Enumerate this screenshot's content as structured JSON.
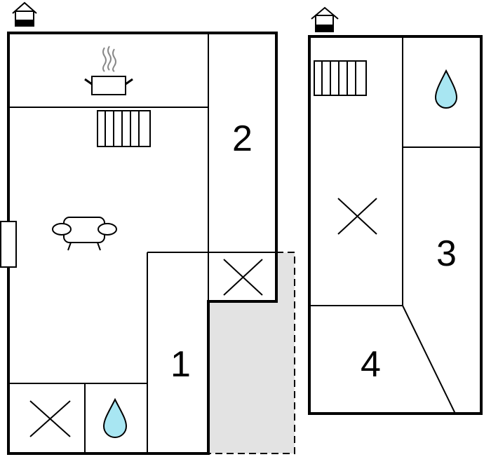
{
  "floors": [
    {
      "name": "ground-floor",
      "rooms": [
        {
          "id": "room-1",
          "label": "1"
        },
        {
          "id": "room-2",
          "label": "2"
        }
      ],
      "icons": [
        "house-entrance-icon",
        "kitchen-pot-icon",
        "radiator-icon",
        "sofa-icon",
        "bed-x-icon",
        "water-drop-icon",
        "window-icon"
      ],
      "terrace": "shaded-outdoor-area"
    },
    {
      "name": "upper-floor",
      "rooms": [
        {
          "id": "room-3",
          "label": "3"
        },
        {
          "id": "room-4",
          "label": "4"
        }
      ],
      "icons": [
        "house-entrance-icon",
        "radiator-icon",
        "water-drop-icon",
        "bed-x-icon"
      ]
    }
  ],
  "colors": {
    "wall": "#000000",
    "terrace": "#e3e3e3",
    "water": "#a8e6f2"
  }
}
